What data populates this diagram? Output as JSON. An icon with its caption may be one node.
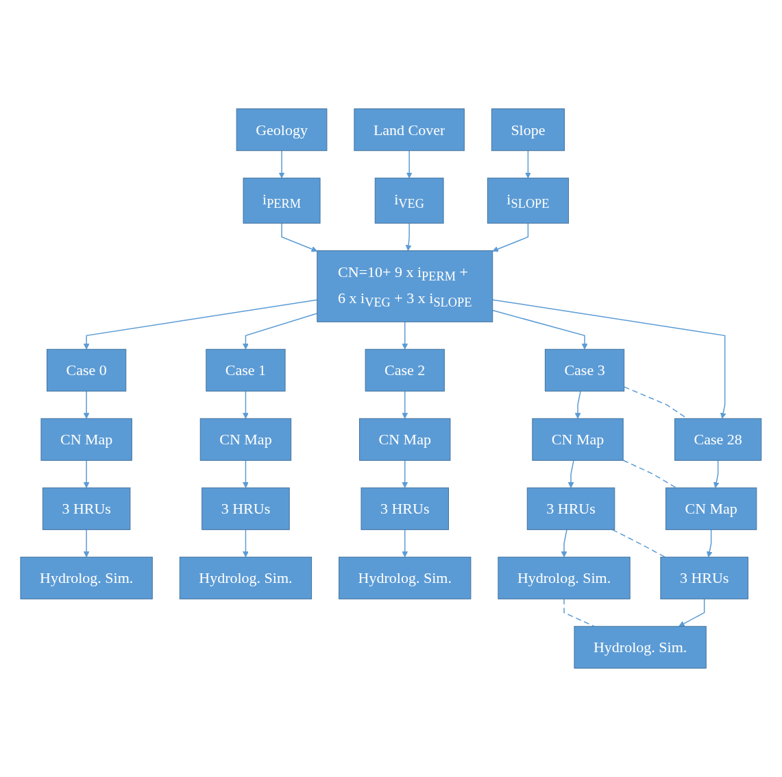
{
  "diagram": {
    "nodes": [
      {
        "text": [
          "Geology"
        ]
      },
      {
        "text": [
          "Land Cover"
        ]
      },
      {
        "text": [
          "Slope"
        ]
      },
      {
        "text": [
          "i$_{PERM}$"
        ]
      },
      {
        "text": [
          "i$_{VEG}$"
        ]
      },
      {
        "text": [
          "i$_{SLOPE}$"
        ]
      },
      {
        "text": [
          "CN=10+ 9 x i$_{PERM}$ + 6 x i$_{VEG}$ + 3 x i$_{SLOPE}$"
        ]
      },
      {
        "text": [
          "Case 0"
        ]
      },
      {
        "text": [
          "Case 1"
        ]
      },
      {
        "text": [
          "Case 2"
        ]
      },
      {
        "text": [
          "Case 3"
        ]
      },
      {
        "text": [
          "Case 28"
        ]
      },
      {
        "text": [
          "CN Map"
        ]
      },
      {
        "text": [
          "CN Map"
        ]
      },
      {
        "text": [
          "CN Map"
        ]
      },
      {
        "text": [
          "CN Map"
        ]
      },
      {
        "text": [
          "CN Map"
        ]
      },
      {
        "text": [
          "3 HRUs"
        ]
      },
      {
        "text": [
          "3 HRUs"
        ]
      },
      {
        "text": [
          "3 HRUs"
        ]
      },
      {
        "text": [
          "3 HRUs"
        ]
      },
      {
        "text": [
          "3 HRUs"
        ]
      },
      {
        "text": [
          "Hydrolog. Sim."
        ]
      },
      {
        "text": [
          "Hydrolog. Sim."
        ]
      },
      {
        "text": [
          "Hydrolog. Sim."
        ]
      },
      {
        "text": [
          "Hydrolog. Sim."
        ]
      },
      {
        "text": [
          "Hydrolog. Sim."
        ]
      }
    ],
    "edges": [
      {
        "from": 0,
        "to": 3,
        "arrow": "to"
      },
      {
        "from": 1,
        "to": 4,
        "arrow": "to"
      },
      {
        "from": 2,
        "to": 5,
        "arrow": "to"
      },
      {
        "from": 3,
        "to": 6,
        "arrow": "to"
      },
      {
        "from": 4,
        "to": 6,
        "arrow": "to"
      },
      {
        "from": 5,
        "to": 6,
        "arrow": "to"
      },
      {
        "from": 6,
        "to": 7,
        "arrow": "to"
      },
      {
        "from": 6,
        "to": 8,
        "arrow": "to"
      },
      {
        "from": 6,
        "to": 9,
        "arrow": "to"
      },
      {
        "from": 6,
        "to": 10,
        "arrow": "to"
      },
      {
        "from": 6,
        "to": 11,
        "arrow": "to"
      },
      {
        "from": 7,
        "to": 12,
        "arrow": "to"
      },
      {
        "from": 8,
        "to": 13,
        "arrow": "to"
      },
      {
        "from": 9,
        "to": 14,
        "arrow": "to"
      },
      {
        "from": 10,
        "to": 15,
        "arrow": "to"
      },
      {
        "from": 11,
        "to": 16,
        "arrow": "to"
      },
      {
        "from": 12,
        "to": 17,
        "arrow": "to"
      },
      {
        "from": 13,
        "to": 18,
        "arrow": "to"
      },
      {
        "from": 14,
        "to": 19,
        "arrow": "to"
      },
      {
        "from": 15,
        "to": 20,
        "arrow": "to"
      },
      {
        "from": 16,
        "to": 21,
        "arrow": "to"
      },
      {
        "from": 17,
        "to": 22,
        "arrow": "to"
      },
      {
        "from": 18,
        "to": 23,
        "arrow": "to"
      },
      {
        "from": 19,
        "to": 24,
        "arrow": "to"
      },
      {
        "from": 20,
        "to": 25,
        "arrow": "to"
      },
      {
        "from": 21,
        "to": 26,
        "arrow": "to"
      },
      {
        "from": 10,
        "to": 11,
        "arrow": "none",
        "style": "dashed"
      },
      {
        "from": 15,
        "to": 16,
        "arrow": "none",
        "style": "dashed"
      },
      {
        "from": 20,
        "to": 21,
        "arrow": "none",
        "style": "dashed"
      },
      {
        "from": 25,
        "to": 26,
        "arrow": "none",
        "style": "dashed"
      }
    ]
  }
}
